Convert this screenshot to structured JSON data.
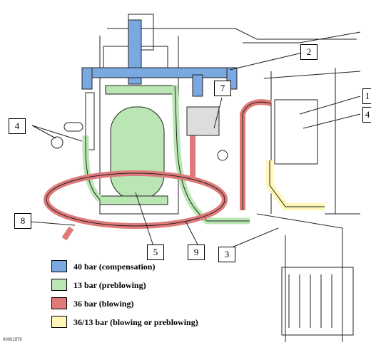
{
  "callouts": [
    "1",
    "2",
    "3",
    "4",
    "4",
    "5",
    "7",
    "8",
    "9"
  ],
  "legend": [
    {
      "color": "#7aa9e2",
      "label": "40 bar (compensation)"
    },
    {
      "color": "#b9e6b3",
      "label": "13 bar (preblowing)"
    },
    {
      "color": "#e07a7a",
      "label": "36 bar (blowing)"
    },
    {
      "color": "#fff6b8",
      "label": "36/13 bar (blowing or preblowing)"
    }
  ],
  "colors": {
    "line": "#222222",
    "blue": "#7aa9e2",
    "green": "#b9e6b3",
    "red": "#e07a7a",
    "yellow": "#fff6b8"
  },
  "reference_code": "00001979"
}
